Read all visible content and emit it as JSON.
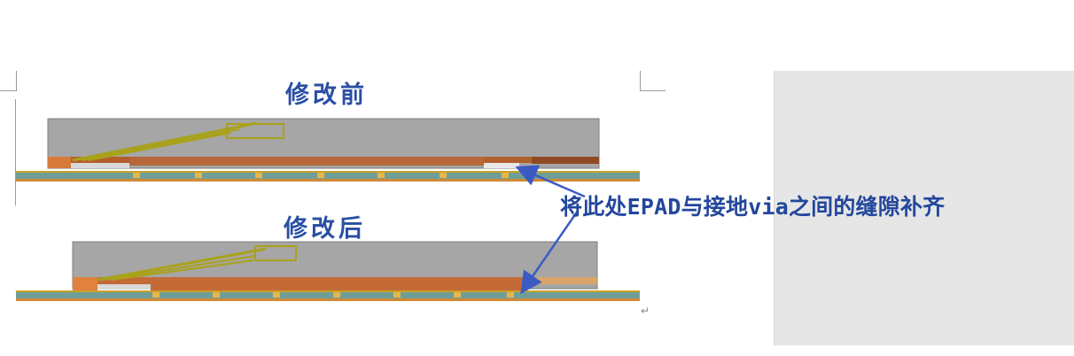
{
  "diagram": {
    "title_before": "修改前",
    "title_after": "修改后",
    "annotation": "将此处EPAD与接地via之间的缝隙补齐",
    "paragraph_mark": "↵"
  },
  "colors": {
    "title_blue": "#2a4fa3",
    "arrow_blue": "#3b5bc4",
    "mold_gray": "#a6a6a6",
    "epad_orange": "#c46a36",
    "board_teal": "#6f9e98",
    "wire_olive": "#a9a21a",
    "via_yellow": "#e7b64b"
  }
}
